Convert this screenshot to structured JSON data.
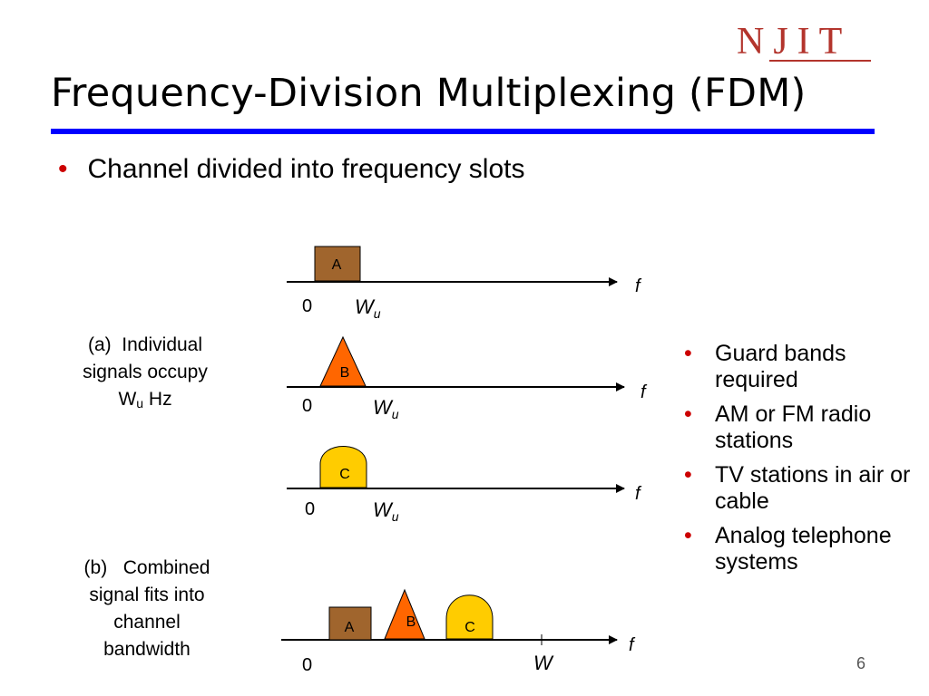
{
  "logo": {
    "text": "NJIT",
    "color": "#b3342c"
  },
  "title": "Frequency-Division Multiplexing (FDM)",
  "main_bullet": "Channel divided into frequency slots",
  "captions": {
    "a": {
      "prefix": "(a)",
      "line1": "Individual",
      "line2": "signals occupy",
      "line3_main": "W",
      "line3_sub": "u",
      "line3_tail": " Hz"
    },
    "b": {
      "prefix": "(b)",
      "line1": "Combined",
      "line2": "signal fits into",
      "line3": "channel",
      "line4": "bandwidth"
    }
  },
  "side_bullets": [
    "Guard bands required",
    "AM or FM radio stations",
    "TV stations in air or cable",
    "Analog telephone systems"
  ],
  "signals": {
    "A": {
      "label": "A",
      "color": "#a0652d"
    },
    "B": {
      "label": "B",
      "color": "#ff6600"
    },
    "C": {
      "label": "C",
      "color": "#ffcc00"
    }
  },
  "axis": {
    "zero": "0",
    "freq": "f",
    "wu_main": "W",
    "wu_sub": "u",
    "w": "W"
  },
  "page_number": "6",
  "colors": {
    "rule": "#0000ff",
    "bullet": "#cc0000"
  }
}
